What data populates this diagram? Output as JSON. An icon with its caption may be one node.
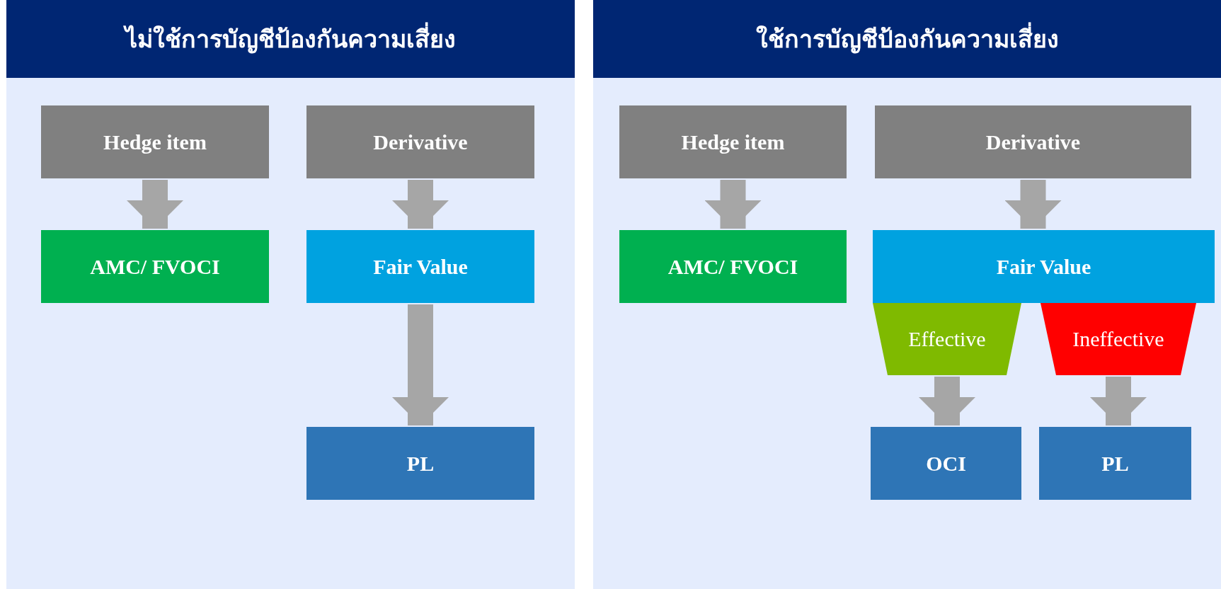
{
  "diagram": {
    "nodes": [
      {
        "text": [
          "ไม่ใช้การบัญชีป้องกันความเสี่ยง"
        ]
      },
      {
        "text": [
          "Hedge item"
        ],
        "in": 0
      },
      {
        "text": [
          "Derivative"
        ],
        "in": 0
      },
      {
        "text": [
          "AMC/ FVOCI"
        ],
        "in": 0
      },
      {
        "text": [
          "Fair Value"
        ],
        "in": 0
      },
      {
        "text": [
          "PL"
        ],
        "in": 0
      },
      {
        "text": [
          "ใช้การบัญชีป้องกันความเสี่ยง"
        ]
      },
      {
        "text": [
          "Hedge item"
        ],
        "in": 6
      },
      {
        "text": [
          "Derivative"
        ],
        "in": 6
      },
      {
        "text": [
          "AMC/ FVOCI"
        ],
        "in": 6
      },
      {
        "text": [
          "Fair Value"
        ],
        "in": 6
      },
      {
        "text": [
          "Effective"
        ],
        "in": 6
      },
      {
        "text": [
          "Ineffective"
        ],
        "in": 6
      },
      {
        "text": [
          "OCI"
        ],
        "in": 6
      },
      {
        "text": [
          "PL"
        ],
        "in": 6
      }
    ],
    "edges": [
      {
        "from": 1,
        "to": 3,
        "arrow": "to"
      },
      {
        "from": 2,
        "to": 4,
        "arrow": "to"
      },
      {
        "from": 4,
        "to": 5,
        "arrow": "to"
      },
      {
        "from": 7,
        "to": 9,
        "arrow": "to"
      },
      {
        "from": 8,
        "to": 10,
        "arrow": "to"
      },
      {
        "from": 11,
        "to": 13,
        "arrow": "to"
      },
      {
        "from": 12,
        "to": 14,
        "arrow": "to"
      }
    ]
  }
}
